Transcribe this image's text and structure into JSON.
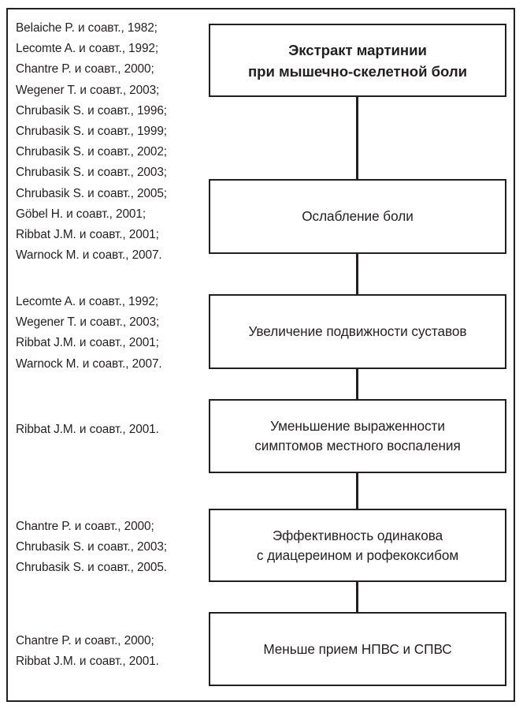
{
  "figure": {
    "title": "Экстракт мартинии при мышечно-скелетной боли",
    "type": "vertical-flow-diagram",
    "border_color": "#231f20",
    "background_color": "#ffffff"
  },
  "flow": {
    "boxes": [
      {
        "id": "box-title",
        "label": "Экстракт мартинии\nпри мышечно-скелетной боли",
        "line1": "Экстракт мартинии",
        "line2": "при мышечно-скелетной боли",
        "bold": true
      },
      {
        "id": "box-pain-relief",
        "label": "Ослабление боли",
        "line1": "Ослабление боли",
        "line2": "",
        "bold": false
      },
      {
        "id": "box-joint-mobility",
        "label": "Увеличение подвижности суставов",
        "line1": "Увеличение подвижности суставов",
        "line2": "",
        "bold": false
      },
      {
        "id": "box-local-inflammation",
        "label": "Уменьшение выраженности симптомов местного воспаления",
        "line1": "Уменьшение выраженности",
        "line2": "симптомов местного воспаления",
        "bold": false
      },
      {
        "id": "box-equal-efficacy",
        "label": "Эффективность одинакова с диацереином и рофекоксибом",
        "line1": "Эффективность одинакова",
        "line2": "с диацереином и рофекоксибом",
        "bold": false
      },
      {
        "id": "box-less-nsaid",
        "label": "Меньше прием НПВС и СПВС",
        "line1": "Меньше прием НПВС и СПВС",
        "line2": "",
        "bold": false
      }
    ]
  },
  "citations": {
    "groups": [
      {
        "id": "citations-pain-relief",
        "lines": [
          "Belaiche P. и соавт., 1982;",
          "Lecomte A. и соавт., 1992;",
          "Chantre P. и соавт., 2000;",
          "Wegener T. и соавт., 2003;",
          "Chrubasik S. и соавт., 1996;",
          "Chrubasik S. и соавт., 1999;",
          "Chrubasik S. и соавт., 2002;",
          "Chrubasik S. и соавт., 2003;",
          "Chrubasik S. и соавт., 2005;",
          "Göbel H. и соавт., 2001;",
          "Ribbat J.M. и соавт., 2001;",
          "Warnock M. и соавт., 2007."
        ]
      },
      {
        "id": "citations-joint-mobility",
        "lines": [
          "Lecomte A. и соавт., 1992;",
          "Wegener T. и соавт., 2003;",
          "Ribbat J.M. и соавт., 2001;",
          "Warnock M. и соавт., 2007."
        ]
      },
      {
        "id": "citations-local-inflammation",
        "lines": [
          "Ribbat J.M. и соавт., 2001."
        ]
      },
      {
        "id": "citations-equal-efficacy",
        "lines": [
          "Chantre P. и соавт., 2000;",
          "Chrubasik S. и соавт., 2003;",
          "Chrubasik S. и соавт., 2005."
        ]
      },
      {
        "id": "citations-less-nsaid",
        "lines": [
          "Chantre P. и соавт., 2000;",
          "Ribbat J.M. и соавт., 2001."
        ]
      }
    ]
  }
}
